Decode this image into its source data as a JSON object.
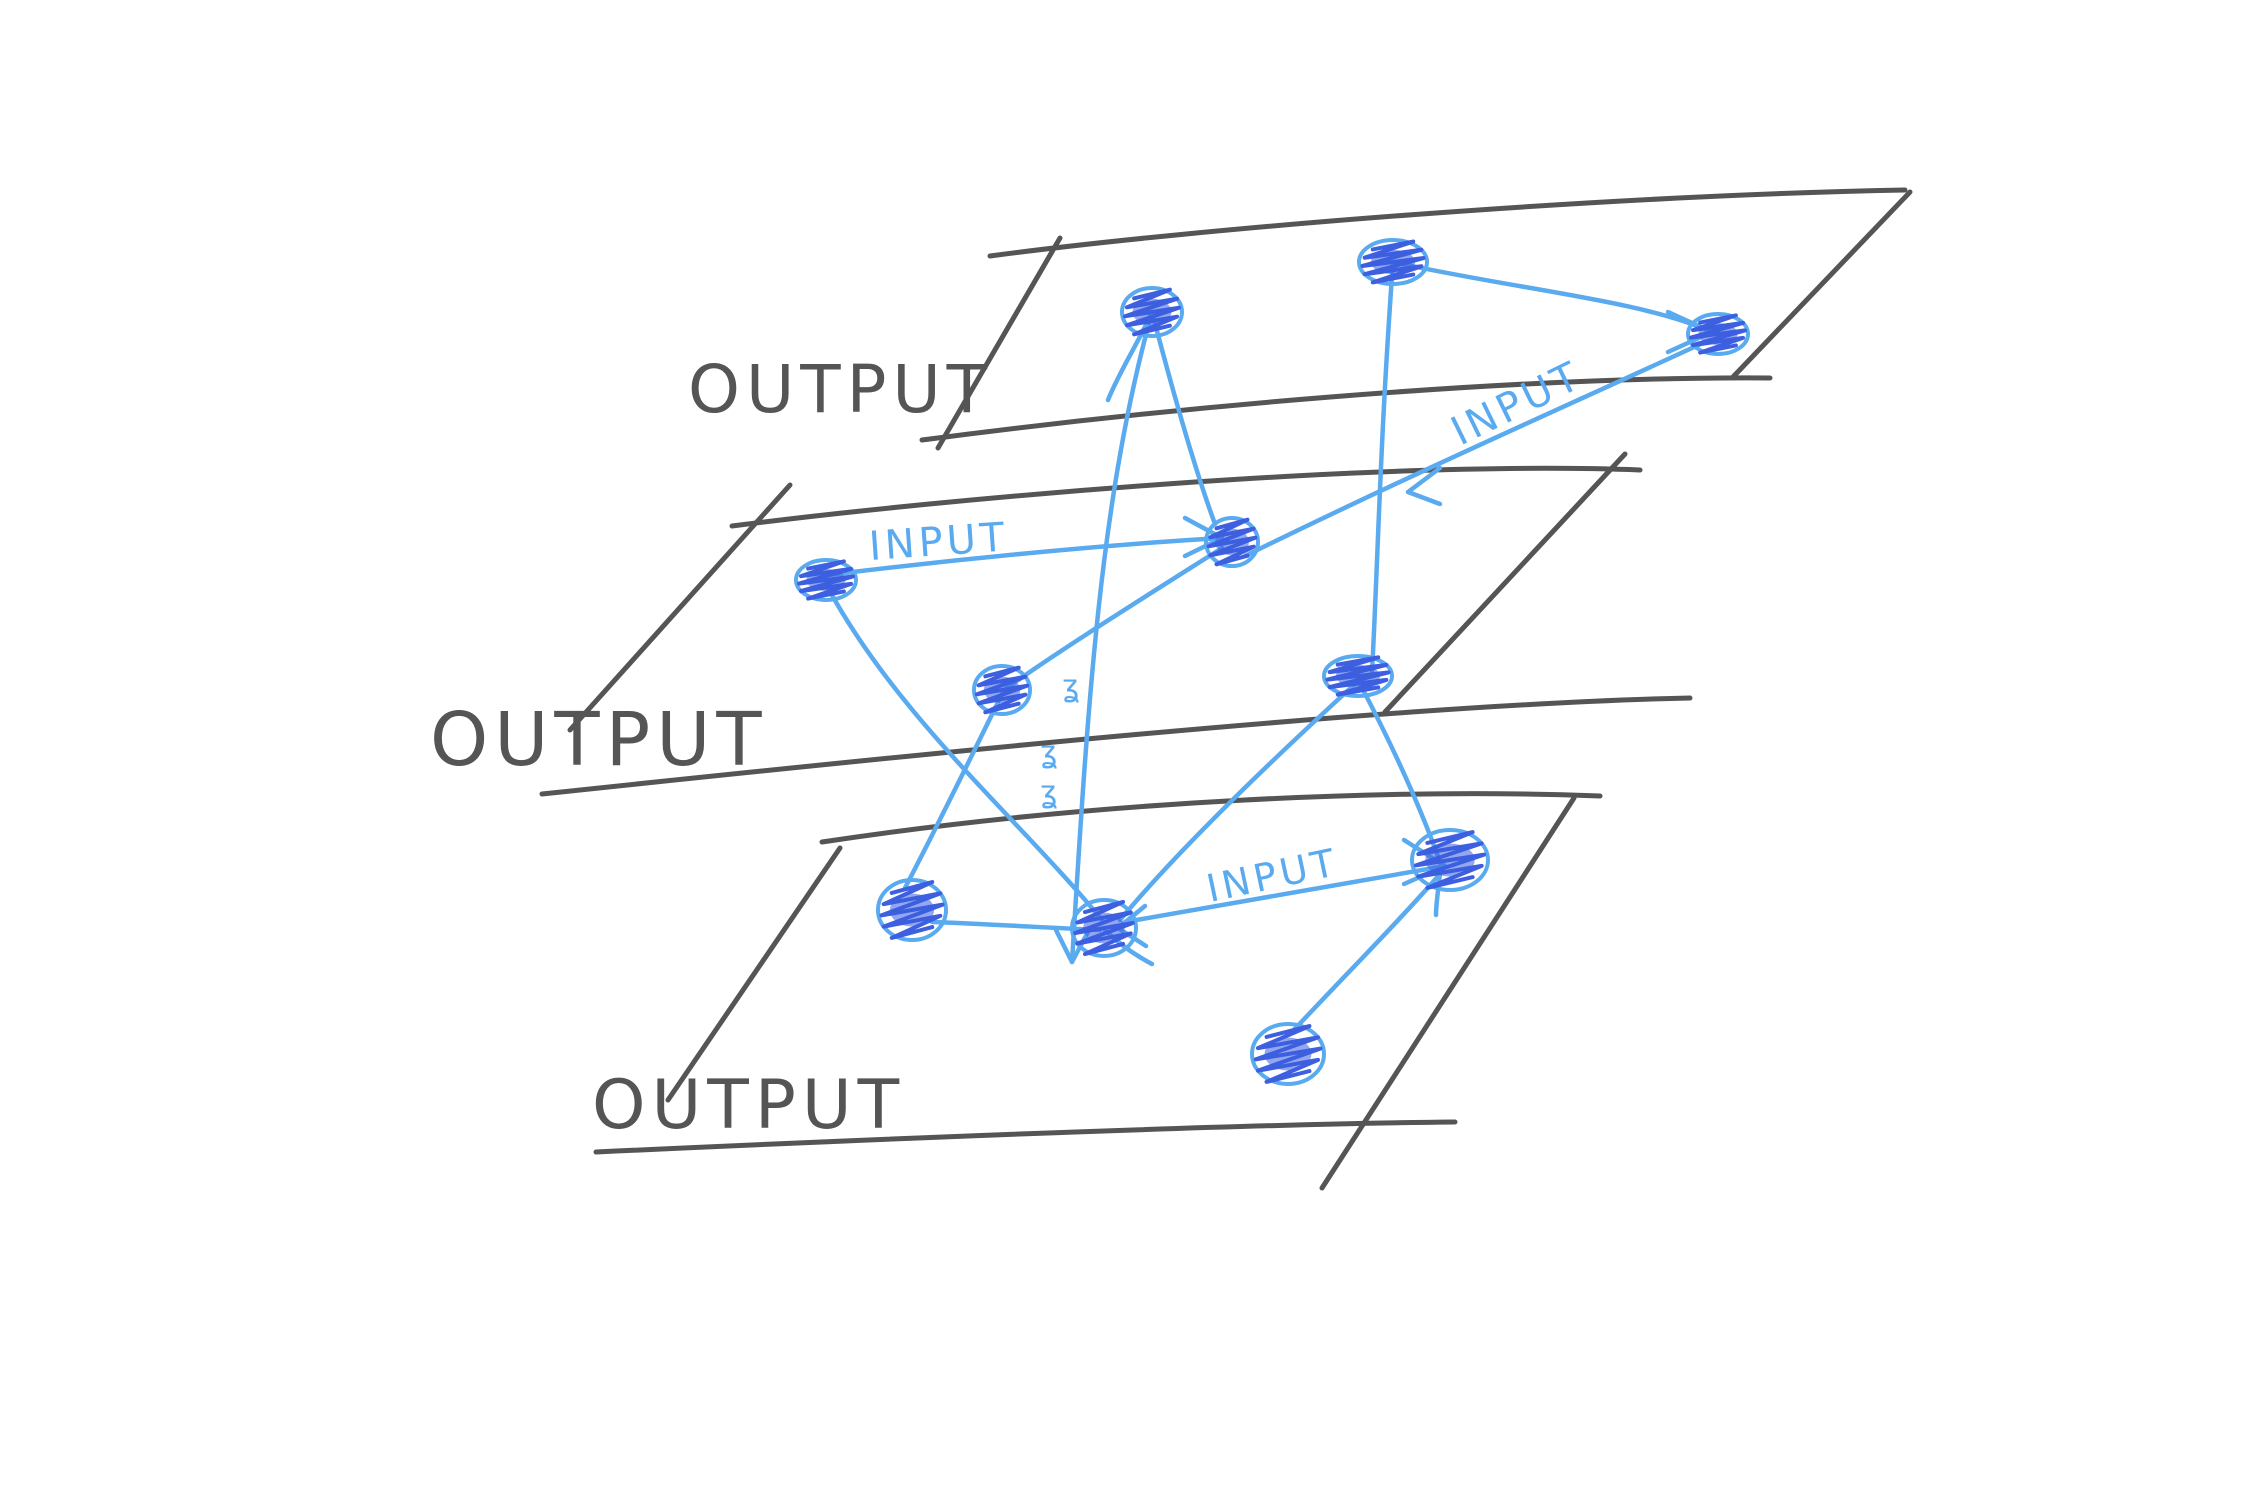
{
  "colors": {
    "plane": "#555555",
    "edge": "#5aaaf0",
    "node_fill": "#3d5fe0",
    "node_ring": "#5aaaf0"
  },
  "planes": [
    {
      "id": "top",
      "label": "OUTPUT"
    },
    {
      "id": "middle",
      "label": "OUTPUT"
    },
    {
      "id": "bottom",
      "label": "OUTPUT"
    }
  ],
  "edge_labels": [
    "INPUT",
    "INPUT",
    "INPUT"
  ],
  "edge_marks": [
    "ʓ",
    "ʓ",
    "ʓ"
  ]
}
